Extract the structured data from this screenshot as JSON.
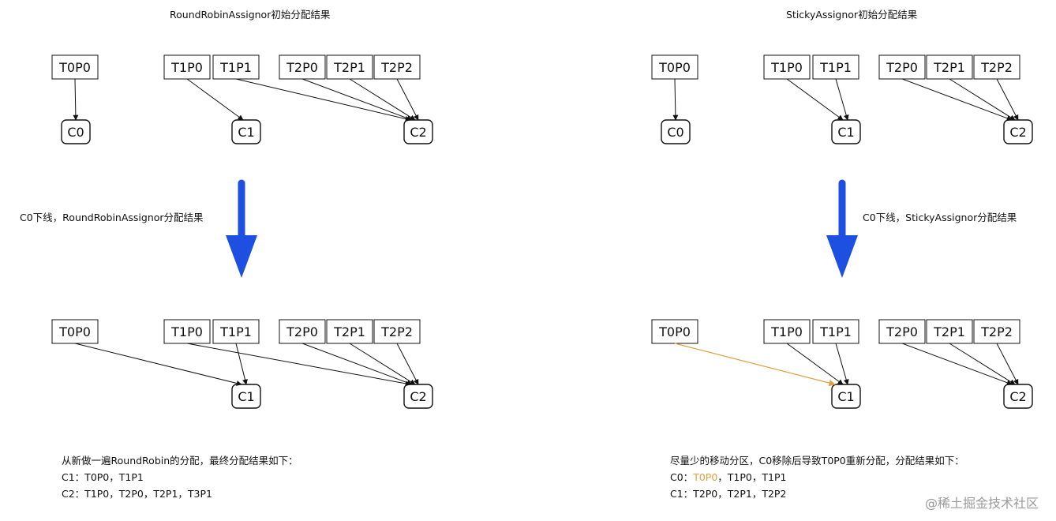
{
  "colors": {
    "line": "#111111",
    "arrow_blue": "#1d4fe0",
    "highlight": "#e0a040",
    "watermark": "#9a9a9a"
  },
  "left": {
    "title": "RoundRobinAssignor初始分配结果",
    "transition_label": "C0下线，RoundRobinAssignor分配结果",
    "summary": {
      "line1": "从新做一遍RoundRobin的分配，最终分配结果如下：",
      "line2": "C1：T0P0，T1P1",
      "line3": "C2：T1P0，T2P0，T2P1，T3P1"
    }
  },
  "right": {
    "title": "StickyAssignor初始分配结果",
    "transition_label": "C0下线，StickyAssignor分配结果",
    "summary": {
      "line1": "尽量少的移动分区，C0移除后导致T0P0重新分配，分配结果如下：",
      "line2_prefix": "C0：",
      "line2_highlight": "T0P0",
      "line2_suffix": "，T1P0，T1P1",
      "line3": "C1：T2P0，T2P1，T2P2"
    }
  },
  "partitions": {
    "t0p0": "T0P0",
    "t1p0": "T1P0",
    "t1p1": "T1P1",
    "t2p0": "T2P0",
    "t2p1": "T2P1",
    "t2p2": "T2P2"
  },
  "consumers": {
    "c0": "C0",
    "c1": "C1",
    "c2": "C2"
  },
  "watermark": "@稀土掘金技术社区"
}
